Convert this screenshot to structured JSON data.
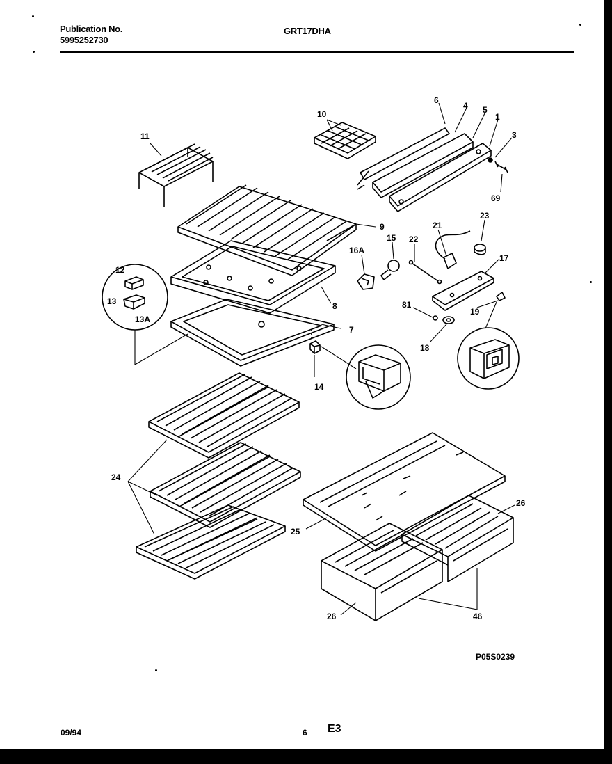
{
  "header": {
    "pub_label": "Publication No.",
    "pub_number": "5995252730",
    "model": "GRT17DHA"
  },
  "diagram_code": "P05S0239",
  "footer": {
    "date": "09/94",
    "page": "6",
    "section": "E3"
  },
  "callouts": [
    {
      "id": "c6",
      "text": "6"
    },
    {
      "id": "c4",
      "text": "4"
    },
    {
      "id": "c5",
      "text": "5"
    },
    {
      "id": "c1",
      "text": "1"
    },
    {
      "id": "c3",
      "text": "3"
    },
    {
      "id": "c69",
      "text": "69"
    },
    {
      "id": "c10",
      "text": "10"
    },
    {
      "id": "c11",
      "text": "11"
    },
    {
      "id": "c9",
      "text": "9"
    },
    {
      "id": "c23",
      "text": "23"
    },
    {
      "id": "c21",
      "text": "21"
    },
    {
      "id": "c22",
      "text": "22"
    },
    {
      "id": "c15",
      "text": "15"
    },
    {
      "id": "c16A",
      "text": "16A"
    },
    {
      "id": "c17",
      "text": "17"
    },
    {
      "id": "c12",
      "text": "12"
    },
    {
      "id": "c13",
      "text": "13"
    },
    {
      "id": "c13A",
      "text": "13A"
    },
    {
      "id": "c8",
      "text": "8"
    },
    {
      "id": "c81",
      "text": "81"
    },
    {
      "id": "c19",
      "text": "19"
    },
    {
      "id": "c7",
      "text": "7"
    },
    {
      "id": "c18",
      "text": "18"
    },
    {
      "id": "c14",
      "text": "14"
    },
    {
      "id": "c24",
      "text": "24"
    },
    {
      "id": "c26a",
      "text": "26"
    },
    {
      "id": "c25",
      "text": "25"
    },
    {
      "id": "c26b",
      "text": "26"
    },
    {
      "id": "c46",
      "text": "46"
    }
  ]
}
